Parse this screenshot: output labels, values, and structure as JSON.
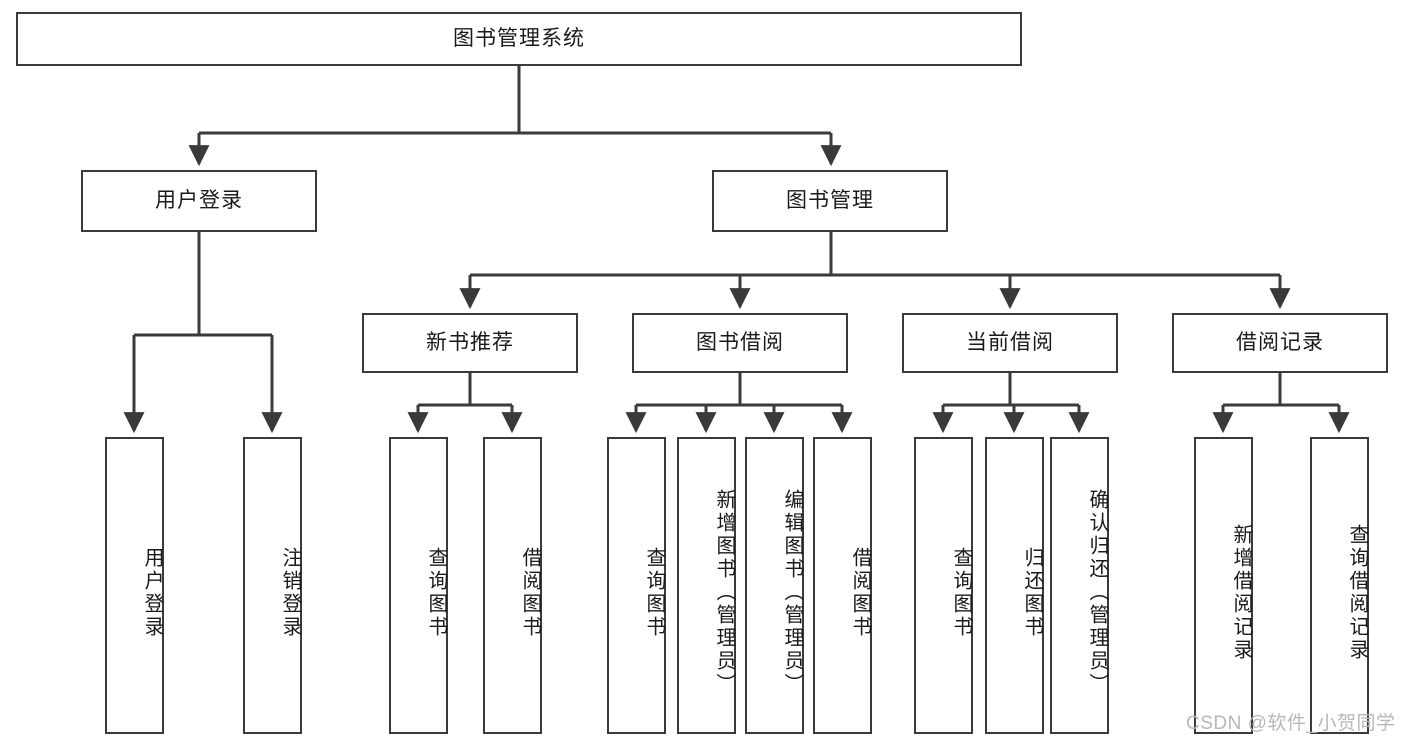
{
  "diagram": {
    "title": "图书管理系统",
    "type": "tree",
    "root": {
      "id": "root",
      "label": "图书管理系统"
    },
    "level2": [
      {
        "id": "user-login",
        "label": "用户登录"
      },
      {
        "id": "book-manage",
        "label": "图书管理"
      }
    ],
    "level3": [
      {
        "id": "new-book-recommend",
        "label": "新书推荐",
        "parent": "book-manage"
      },
      {
        "id": "book-borrow",
        "label": "图书借阅",
        "parent": "book-manage"
      },
      {
        "id": "current-borrow",
        "label": "当前借阅",
        "parent": "book-manage"
      },
      {
        "id": "borrow-record",
        "label": "借阅记录",
        "parent": "book-manage"
      }
    ],
    "leaves": [
      {
        "id": "leaf-user-login",
        "label": "用户登录",
        "parent": "user-login"
      },
      {
        "id": "leaf-user-logout",
        "label": "注销登录",
        "parent": "user-login"
      },
      {
        "id": "leaf-query-book-1",
        "label": "查询图书",
        "parent": "new-book-recommend"
      },
      {
        "id": "leaf-borrow-book-1",
        "label": "借阅图书",
        "parent": "new-book-recommend"
      },
      {
        "id": "leaf-query-book-2",
        "label": "查询图书",
        "parent": "book-borrow"
      },
      {
        "id": "leaf-add-book",
        "label": "新增图书（管理员）",
        "parent": "book-borrow"
      },
      {
        "id": "leaf-edit-book",
        "label": "编辑图书（管理员）",
        "parent": "book-borrow"
      },
      {
        "id": "leaf-borrow-book-2",
        "label": "借阅图书",
        "parent": "book-borrow"
      },
      {
        "id": "leaf-query-book-3",
        "label": "查询图书",
        "parent": "current-borrow"
      },
      {
        "id": "leaf-return-book",
        "label": "归还图书",
        "parent": "current-borrow"
      },
      {
        "id": "leaf-confirm-return",
        "label": "确认归还（管理员）",
        "parent": "current-borrow"
      },
      {
        "id": "leaf-add-record",
        "label": "新增借阅记录",
        "parent": "borrow-record"
      },
      {
        "id": "leaf-query-record",
        "label": "查询借阅记录",
        "parent": "borrow-record"
      }
    ]
  },
  "watermark": {
    "text": "CSDN @软件_小贺同学"
  },
  "colors": {
    "stroke": "#3a3a3a",
    "fill": "#ffffff",
    "text": "#1a1a1a",
    "watermark": "#b8b8b8"
  }
}
